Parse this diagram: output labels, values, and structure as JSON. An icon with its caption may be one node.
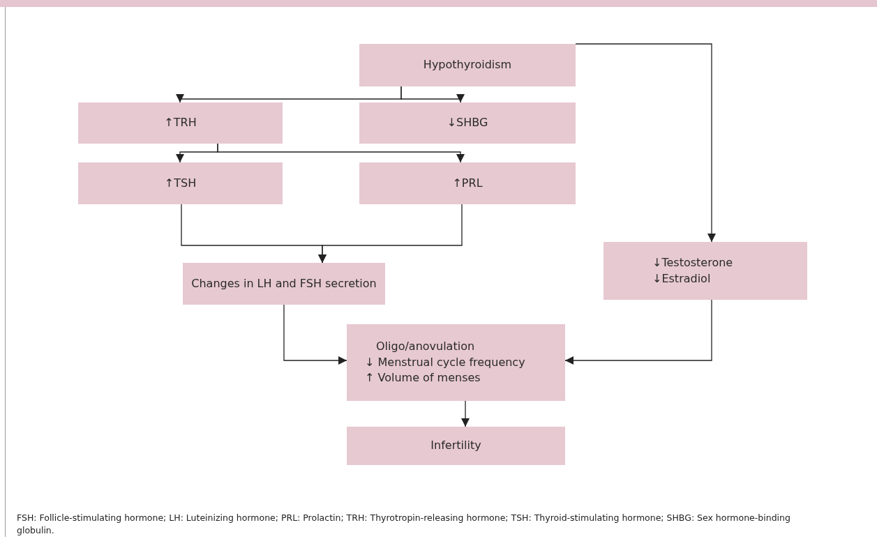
{
  "diagram": {
    "caption": "FSH: Follicle-stimulating hormone; LH: Luteinizing hormone; PRL: Prolactin; TRH: Thyrotropin-releasing hormone; TSH: Thyroid-stimulating hormone; SHBG: Sex hormone-binding globulin.",
    "nodes": [
      {
        "text": [
          "Hypothyroidism"
        ]
      },
      {
        "text": [
          "↑TRH"
        ]
      },
      {
        "text": [
          "↓SHBG"
        ]
      },
      {
        "text": [
          "↑TSH"
        ]
      },
      {
        "text": [
          "↑PRL"
        ]
      },
      {
        "text": [
          "Changes in LH and FSH secretion"
        ]
      },
      {
        "text": [
          "↓Testosterone",
          "↓Estradiol"
        ]
      },
      {
        "text": [
          "Oligo/anovulation",
          "↓ Menstrual cycle frequency",
          "↑ Volume of menses"
        ]
      },
      {
        "text": [
          "Infertility"
        ]
      }
    ],
    "edges": [
      {
        "from": 0,
        "to": 1,
        "arrow": "to"
      },
      {
        "from": 0,
        "to": 2,
        "arrow": "to"
      },
      {
        "from": 0,
        "to": 6,
        "arrow": "to"
      },
      {
        "from": 1,
        "to": 3,
        "arrow": "to"
      },
      {
        "from": 1,
        "to": 4,
        "arrow": "to"
      },
      {
        "from": 3,
        "to": 5,
        "arrow": "to"
      },
      {
        "from": 4,
        "to": 5,
        "arrow": "to"
      },
      {
        "from": 5,
        "to": 7,
        "arrow": "to"
      },
      {
        "from": 6,
        "to": 7,
        "arrow": "to"
      },
      {
        "from": 7,
        "to": 8,
        "arrow": "to"
      }
    ]
  }
}
